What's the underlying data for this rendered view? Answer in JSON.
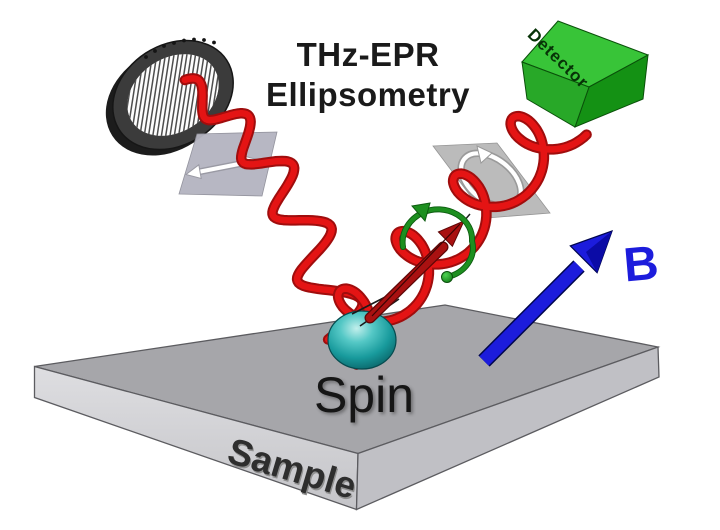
{
  "title": {
    "line1": "THz-EPR",
    "line2": "Ellipsometry"
  },
  "labels": {
    "detector": "Detector",
    "spin": "Spin",
    "sample": "Sample",
    "field": "B"
  },
  "icons": {
    "wire_grid_polarizer": "hatched-disk-icon",
    "linear_polarization": "double-arrow-icon",
    "circular_polarization": "ellipse-arrow-icon",
    "thz_beam_in": "wavy-line-icon",
    "thz_beam_out": "coil-line-icon",
    "spin_precession": "circular-arrow-icon",
    "magnetic_field": "thick-arrow-icon"
  },
  "colors": {
    "beam_red": "#e41414",
    "beam_red_dark": "#a00d0d",
    "detector_green_light": "#38c438",
    "detector_green_mid": "#28a828",
    "detector_green_dark": "#149114",
    "magnet_blue": "#1c1cdc",
    "magnet_blue_dark": "#0b0ba6",
    "precession_green": "#1d8f1f",
    "spin_teal_dark": "#0a6468",
    "spin_arrow_red": "#a91111",
    "platform_gray": "#a6a6aa"
  }
}
